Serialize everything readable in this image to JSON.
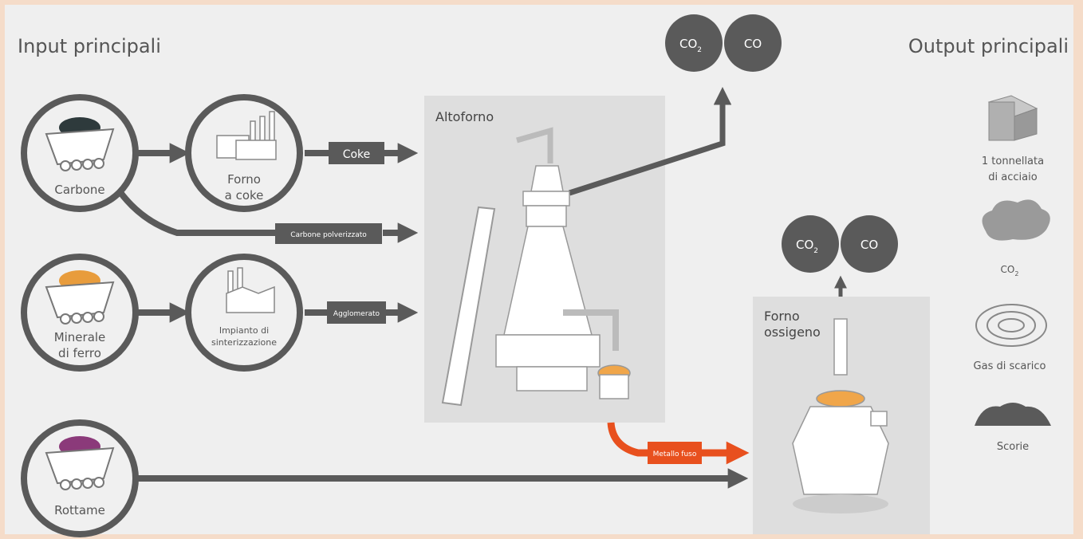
{
  "headings": {
    "inputs": "Input principali",
    "outputs": "Output principali"
  },
  "inputs": {
    "carbone": "Carbone",
    "minerale_line1": "Minerale",
    "minerale_line2": "di ferro",
    "rottame": "Rottame"
  },
  "processes": {
    "coke_oven_line1": "Forno",
    "coke_oven_line2": "a coke",
    "sinter_line1": "Impianto di",
    "sinter_line2": "sinterizzazione",
    "blast_furnace": "Altoforno",
    "oxygen_furnace_line1": "Forno",
    "oxygen_furnace_line2": "ossigeno"
  },
  "flows": {
    "coke": "Coke",
    "pulverized_coal": "Carbone polverizzato",
    "sinter": "Agglomerato",
    "molten_metal": "Metallo fuso"
  },
  "emissions": {
    "co2_base": "CO",
    "co2_sub": "2",
    "co": "CO"
  },
  "outputs": {
    "steel_line1": "1 tonnellata",
    "steel_line2": "di acciaio",
    "co2_base": "CO",
    "co2_sub": "2",
    "exhaust": "Gas di scarico",
    "slag": "Scorie"
  },
  "colors": {
    "frame": "#f5dcc9",
    "panel": "#efefef",
    "process_box": "#dedede",
    "dark_gray": "#5a5a5a",
    "accent_orange": "#e8501e",
    "ore": "#e89c3c",
    "coal": "#2e3a3c",
    "scrap": "#8b3a7a"
  }
}
